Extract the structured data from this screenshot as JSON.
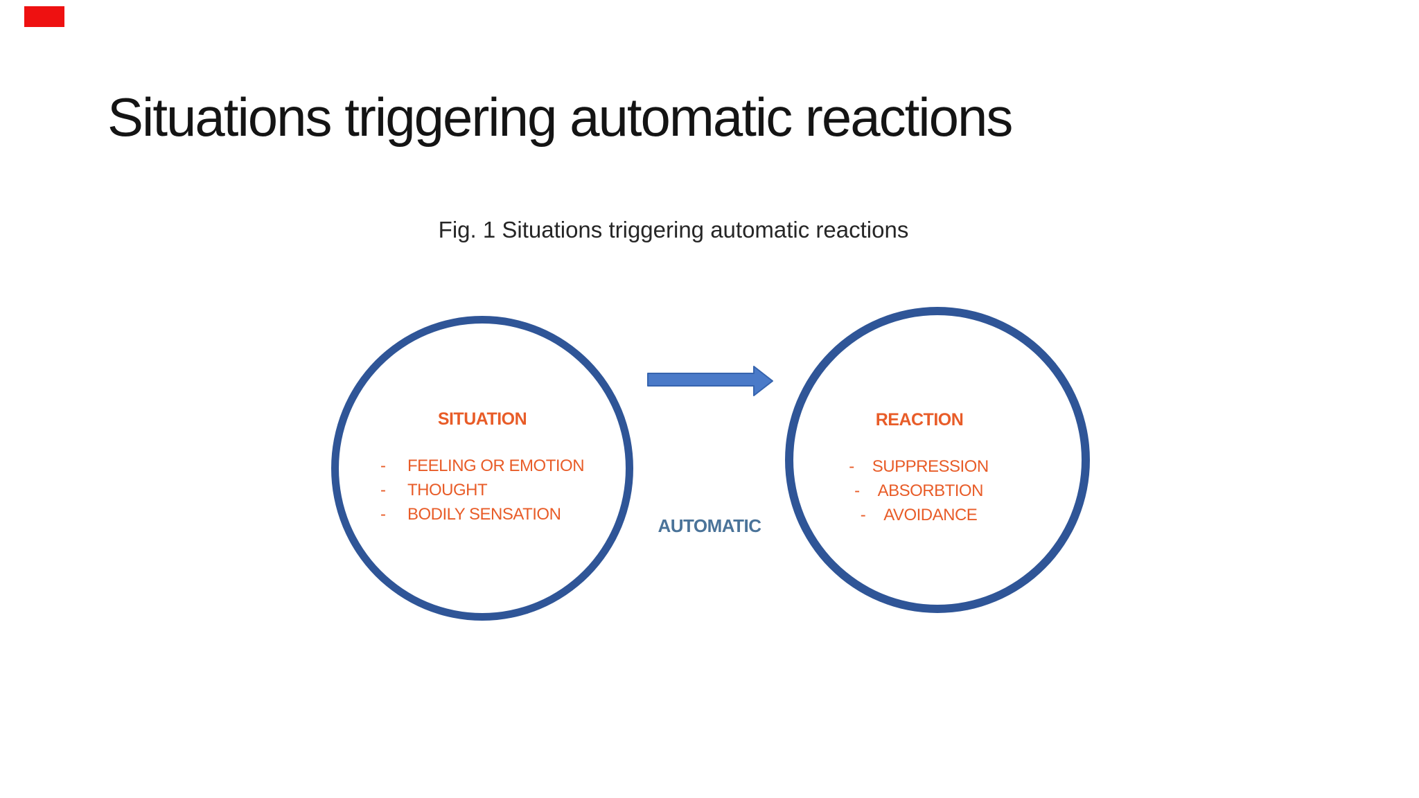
{
  "slide": {
    "title": "Situations triggering automatic reactions",
    "caption": "Fig. 1 Situations triggering automatic reactions"
  },
  "diagram": {
    "bullet": "-",
    "left_circle": {
      "heading": "SITUATION",
      "items": [
        "FEELING OR EMOTION",
        "THOUGHT",
        "BODILY SENSATION"
      ]
    },
    "right_circle": {
      "heading": "REACTION",
      "items": [
        "SUPPRESSION",
        "ABSORBTION",
        "AVOIDANCE"
      ]
    },
    "arrow_label": "AUTOMATIC",
    "colors": {
      "circle_border": "#2F5597",
      "text_orange": "#E85C28",
      "arrow_fill": "#4A7AC8",
      "arrow_border": "#3664AE",
      "arrow_label": "#4A7399",
      "title_text": "#141414",
      "caption_text": "#262626",
      "marker_red": "#EE1111"
    }
  }
}
